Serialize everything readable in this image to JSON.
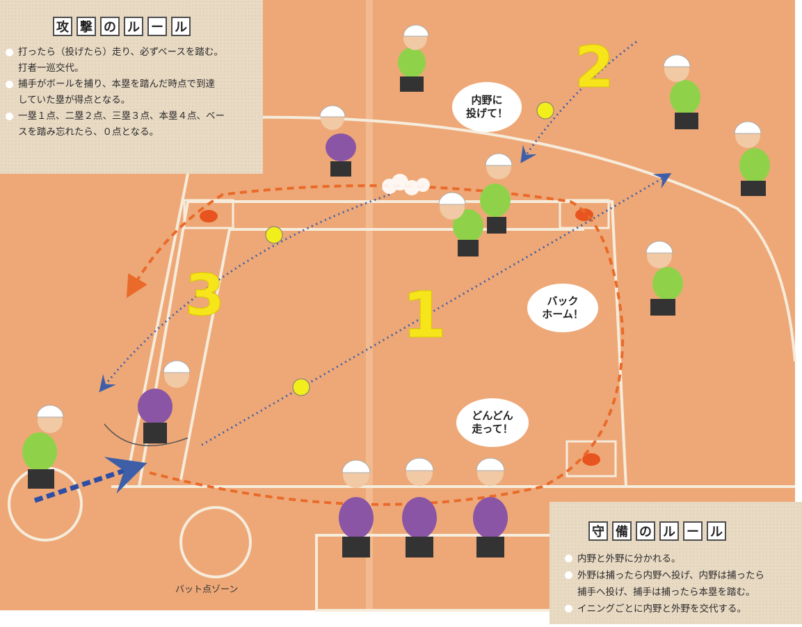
{
  "attack_rules": {
    "title_chars": [
      "攻",
      "撃",
      "の",
      "ル",
      "ー",
      "ル"
    ],
    "items": [
      {
        "line1": "打ったら（投げたら）走り、必ずベースを踏む。",
        "line2": "打者一巡交代。"
      },
      {
        "line1": "捕手がボールを捕り、本塁を踏んだ時点で到達",
        "line2": "していた塁が得点となる。"
      },
      {
        "line1": "一塁１点、二塁２点、三塁３点、本塁４点、ベー",
        "line2": "スを踏み忘れたら、０点となる。"
      }
    ]
  },
  "defense_rules": {
    "title_chars": [
      "守",
      "備",
      "の",
      "ル",
      "ー",
      "ル"
    ],
    "items": [
      {
        "line1": "内野と外野に分かれる。"
      },
      {
        "line1": "外野は捕ったら内野へ投げ、内野は捕ったら",
        "line2": "捕手へ投げ、捕手は捕ったら本塁を踏む。"
      },
      {
        "line1": "イニングごとに内野と外野を交代する。"
      }
    ]
  },
  "speech": {
    "infield": {
      "line1": "内野に",
      "line2": "投げて！"
    },
    "back_home": {
      "line1": "バック",
      "line2": "ホーム！"
    },
    "run": {
      "line1": "どんどん",
      "line2": "走って！"
    }
  },
  "step_numbers": {
    "one": "1",
    "two": "2",
    "three": "3"
  },
  "zone_label": "バット点ゾーン",
  "colors": {
    "field": "#eea877",
    "line": "#f6ecdc",
    "run_path": "#e96a2a",
    "throw_path": "#3e5fa8",
    "ball": "#f2ee1c",
    "number": "#f5e51a",
    "offense_vest": "#8a55a4",
    "defense_vest": "#8fd24a",
    "panel": "#e9dac4"
  }
}
